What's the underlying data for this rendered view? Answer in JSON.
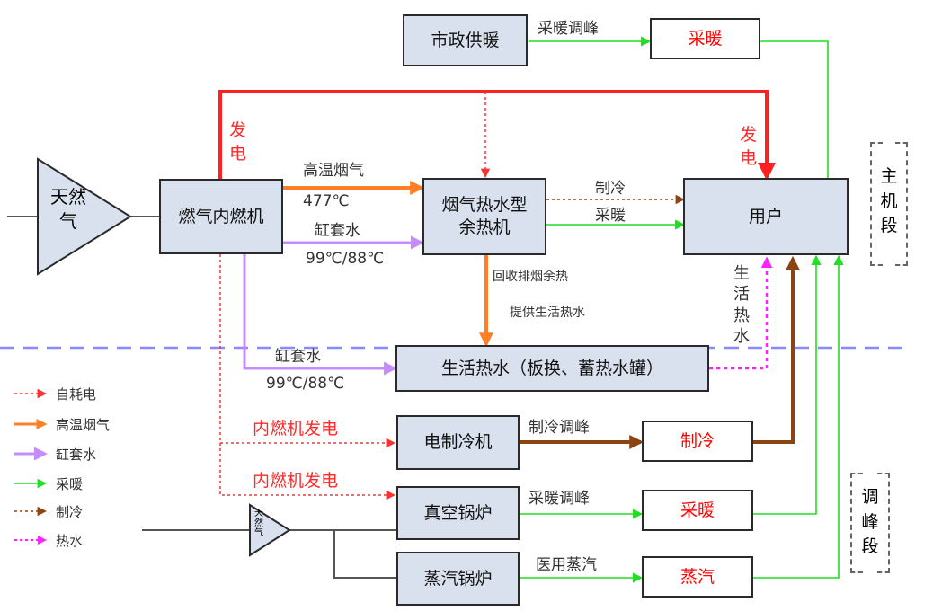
{
  "nodes": {
    "municipal": "市政供暖",
    "heating_top": "采暖",
    "engine": "燃气内燃机",
    "recovery": "烟气热水型\n余热机",
    "user": "用户",
    "domestic": "生活热水（板换、蓄热水罐）",
    "chiller": "电制冷机",
    "cooling": "制冷",
    "vacuum_boiler": "真空锅炉",
    "heating_bottom": "采暖",
    "steam_boiler": "蒸汽锅炉",
    "steam": "蒸汽"
  },
  "gas": {
    "main": "天然气",
    "small": "天然气"
  },
  "labels": {
    "heat_peak_top": "采暖调峰",
    "power_left": "发电",
    "power_right": "发电",
    "flue_gas": "高温烟气",
    "flue_temp": "477℃",
    "jacket1": "缸套水",
    "jacket1_temp": "99℃/88℃",
    "cool_flow": "制冷",
    "heat_flow": "采暖",
    "recover": "回收排烟余热",
    "supply": "提供生活热水",
    "hotwater_v": "生活热水",
    "jacket2": "缸套水",
    "jacket2_temp": "99℃/88℃",
    "engine_power1": "内燃机发电",
    "cool_peak": "制冷调峰",
    "engine_power2": "内燃机发电",
    "heat_peak_bottom": "采暖调峰",
    "steam_use": "医用蒸汽"
  },
  "sections": {
    "main": "主机段",
    "peak": "调峰段"
  },
  "legend": [
    {
      "label": "自耗电",
      "color": "#ff3030",
      "dashed": true
    },
    {
      "label": "高温烟气",
      "color": "#ff7f27",
      "dashed": false
    },
    {
      "label": "缸套水",
      "color": "#c58cff",
      "dashed": false
    },
    {
      "label": "采暖",
      "color": "#22dd22",
      "dashed": false
    },
    {
      "label": "制冷",
      "color": "#8b4513",
      "dashed": true
    },
    {
      "label": "热水",
      "color": "#ff22ff",
      "dashed": true
    }
  ],
  "colors": {
    "red": "#ff2a2a",
    "orange": "#ff7f27",
    "purple": "#c58cff",
    "green": "#22dd22",
    "brown": "#8b4513",
    "magenta": "#ff22ff",
    "divider": "#8a8aff",
    "box_fill": "#d9e1ee"
  }
}
